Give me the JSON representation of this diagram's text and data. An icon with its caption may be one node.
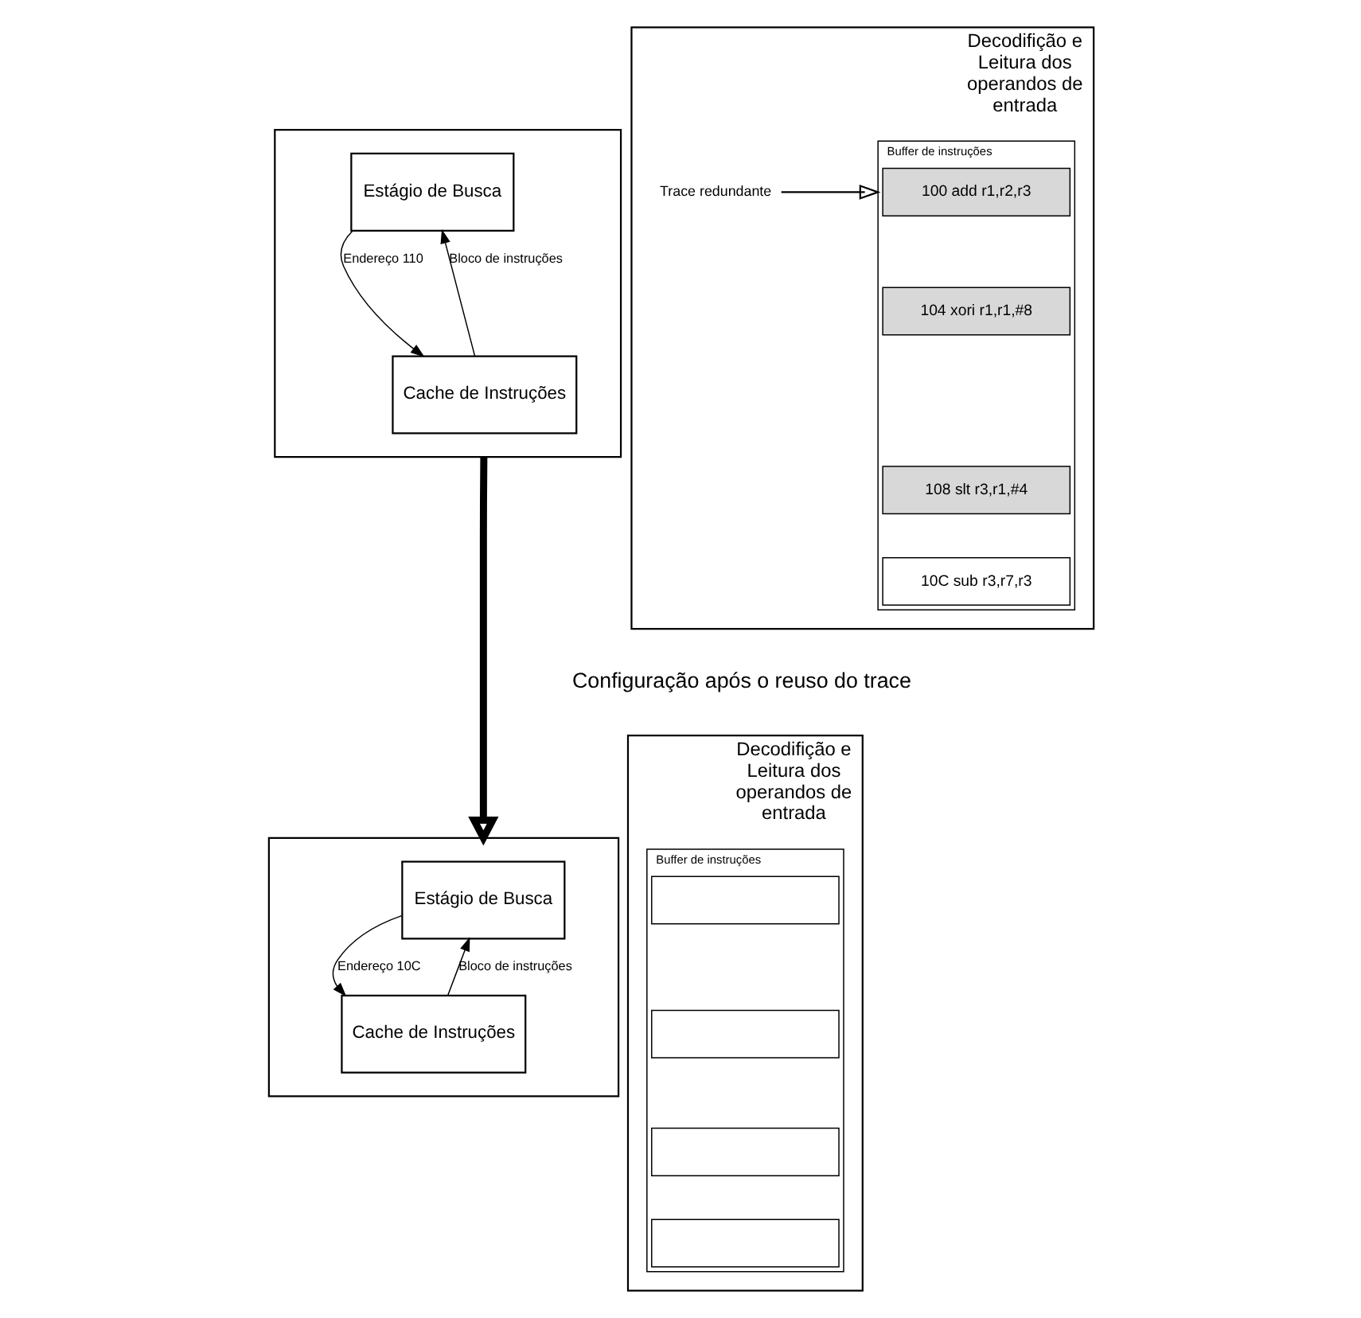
{
  "diagram": {
    "nodes": [
      {
        "text": [],
        "shape": "box"
      },
      {
        "text": [
          "Estágio de Busca"
        ],
        "in": 0
      },
      {
        "text": [
          "Cache de Instruções"
        ],
        "in": 0
      },
      {
        "text": [
          "Decodifição e Leitura dos operandos de entrada"
        ]
      },
      {
        "text": [
          "Buffer de instruções"
        ],
        "in": 3
      },
      {
        "text": [
          "100 add r1,r2,r3"
        ],
        "in": 4
      },
      {
        "text": [
          "104 xori r1,r1,#8"
        ],
        "in": 4
      },
      {
        "text": [
          "108 slt r3,r1,#4"
        ],
        "in": 4
      },
      {
        "text": [
          "10C sub r3,r7,r3"
        ],
        "in": 4
      },
      {
        "text": [
          "Trace redundante"
        ],
        "in": 3
      },
      {
        "text": [],
        "shape": "box"
      },
      {
        "text": [
          "Estágio de Busca"
        ],
        "in": 10
      },
      {
        "text": [
          "Cache de Instruções"
        ],
        "in": 10
      },
      {
        "text": [
          "Decodifição e Leitura dos operandos de entrada"
        ]
      },
      {
        "text": [
          "Buffer de instruções"
        ],
        "in": 13
      },
      {
        "text": [],
        "shape": "box",
        "in": 14
      },
      {
        "text": [],
        "shape": "box",
        "in": 14
      },
      {
        "text": [],
        "shape": "box",
        "in": 14
      },
      {
        "text": [],
        "shape": "box",
        "in": 14
      }
    ],
    "edges": [
      {
        "from": 1,
        "to": 2,
        "arrow": "to",
        "label": "Endereço 110"
      },
      {
        "from": 2,
        "to": 1,
        "arrow": "to",
        "label": "Bloco de instruções"
      },
      {
        "from": 9,
        "to": 4,
        "arrow": "to"
      },
      {
        "from": 0,
        "to": 10,
        "arrow": "to",
        "style": "thick"
      },
      {
        "from": 11,
        "to": 12,
        "arrow": "to",
        "label": "Endereço 10C"
      },
      {
        "from": 12,
        "to": 11,
        "arrow": "to",
        "label": "Bloco de instruções"
      }
    ],
    "labels": [
      "Configuração após o reuso do trace"
    ]
  }
}
